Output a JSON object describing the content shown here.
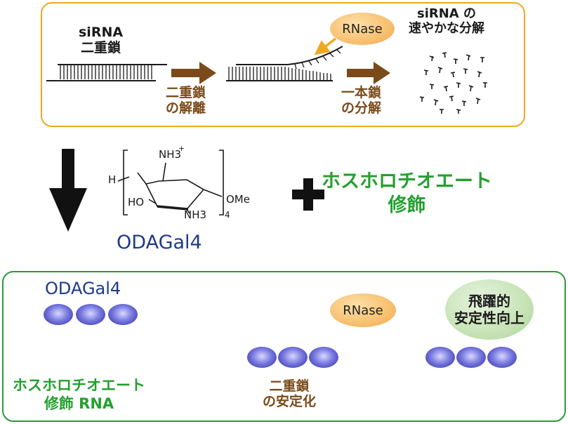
{
  "top": {
    "sirna_duplex": "siRNA\n二重鎖",
    "step1": "二重鎖\nの解離",
    "rnase": "RNase",
    "step2": "一本鎖\nの分解",
    "degradation": "siRNA の\n速やかな分解"
  },
  "middle": {
    "h_label": "H",
    "nh3_top": "NH3",
    "nh3_bottom": "NH3",
    "ho_label": "HO",
    "ome_label": "OMe",
    "subscript_n": "4",
    "plus_charge": "+",
    "odagal4_label": "ODAGal4",
    "plus_sign": "+",
    "modification": "ホスホロチオエート\n修飾"
  },
  "bottom": {
    "odagal4": "ODAGal4",
    "modified_rna": "ホスホロチオエート\n修飾 RNA",
    "rnase": "RNase",
    "stabilization": "二重鎖\nの安定化",
    "improvement": "飛躍的\n安定性向上"
  },
  "colors": {
    "orange": "#f0a820",
    "green": "#25a030",
    "brown": "#7a4a1a",
    "navy": "#1e3a8a"
  }
}
